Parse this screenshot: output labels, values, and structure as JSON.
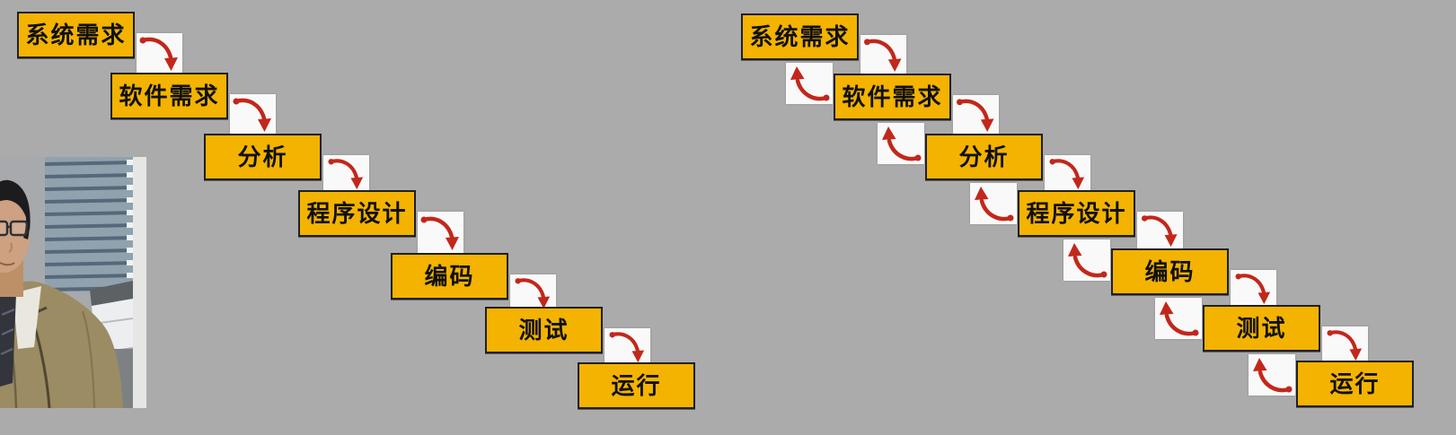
{
  "slide": {
    "background_color": "#ABABAB"
  },
  "colors": {
    "box_fill": "#F3B300",
    "box_border": "#1F1F1F",
    "box_text": "#101010",
    "arrow_red": "#C2271B",
    "arrow_square_bg": "#F9F9F9"
  },
  "diagrams": {
    "left": {
      "stages": [
        "系统需求",
        "软件需求",
        "分析",
        "程序设计",
        "编码",
        "测试",
        "运行"
      ],
      "has_feedback_arrows": false
    },
    "right": {
      "stages": [
        "系统需求",
        "软件需求",
        "分析",
        "程序设计",
        "编码",
        "测试",
        "运行"
      ],
      "has_feedback_arrows": true
    }
  },
  "icons": {
    "forward_arrow": "curved-down-arrow-icon",
    "feedback_arrow": "curved-up-arrow-icon"
  }
}
